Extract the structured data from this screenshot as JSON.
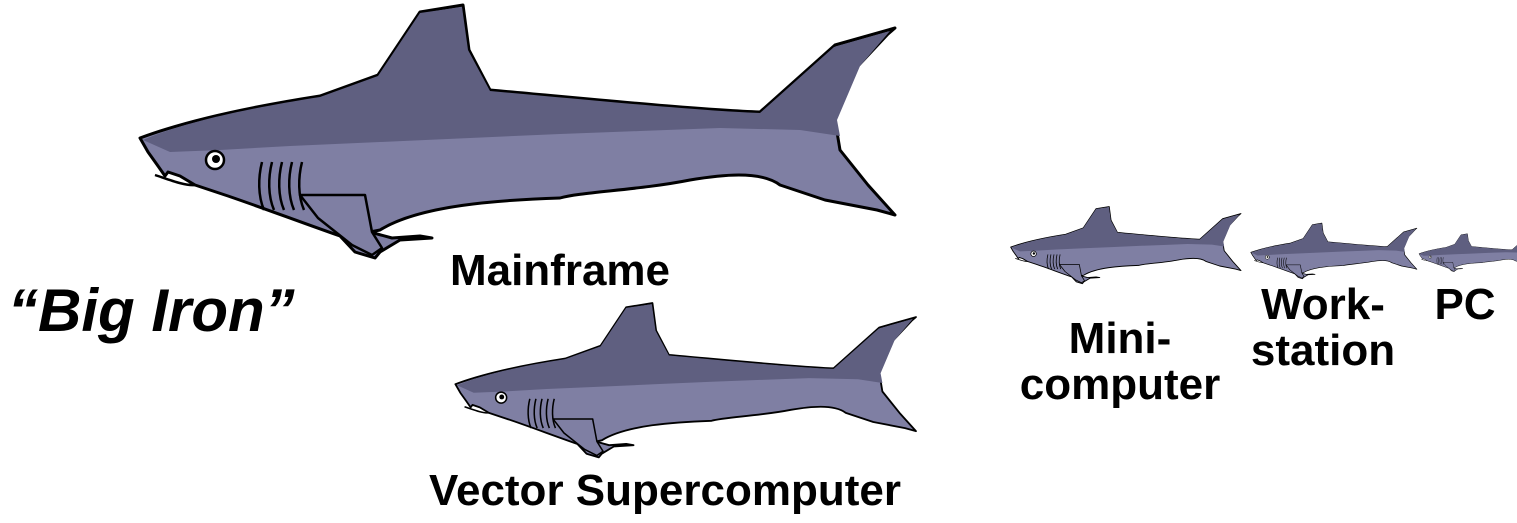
{
  "colors": {
    "shark_back": "#5f5f80",
    "shark_belly": "#7f7fa3",
    "outline": "#000000",
    "eye_white": "#ffffff"
  },
  "labels": {
    "big_iron": "“Big Iron”",
    "mainframe": "Mainframe",
    "vector": "Vector Supercomputer",
    "mini": "Mini-\ncomputer",
    "workstation": "Work-\nstation",
    "pc": "PC"
  },
  "sharks": [
    {
      "id": "mainframe",
      "name": "mainframe-shark"
    },
    {
      "id": "vector",
      "name": "vector-supercomputer-shark"
    },
    {
      "id": "mini",
      "name": "minicomputer-shark"
    },
    {
      "id": "workstation",
      "name": "workstation-shark"
    },
    {
      "id": "pc",
      "name": "pc-shark"
    }
  ]
}
